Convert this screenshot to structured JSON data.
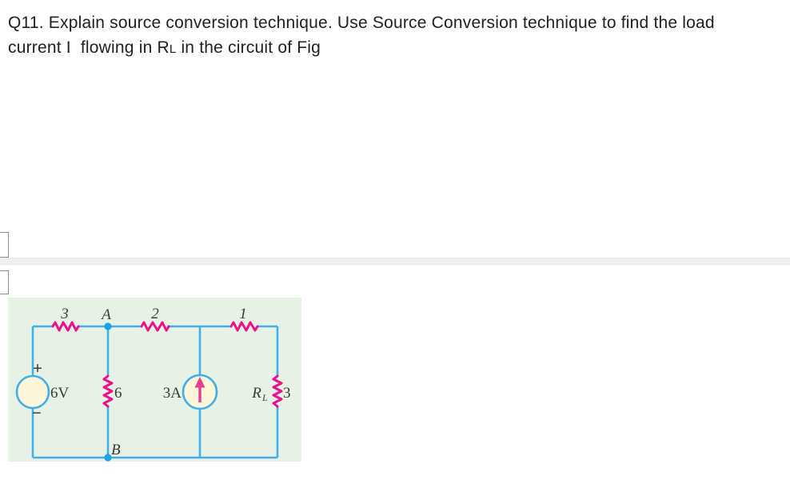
{
  "question": {
    "line1": "Q11. Explain source conversion technique. Use Source Conversion technique to find the load",
    "line2_before": "current I  flowing in R",
    "line2_sub": "L",
    "line2_after": " in the circuit of Fig"
  },
  "figure": {
    "labels": {
      "r_top1_value": "3",
      "node_a": "A",
      "r_top2_value": "2",
      "r_top3_value": "1",
      "vsource_plus": "+",
      "vsource_minus": "−",
      "vsource_value": "6V",
      "r_mid_value": "6",
      "isource_value": "3A",
      "rl_symbol": "R",
      "rl_sub": "L",
      "rl_value": "3",
      "node_b": "B"
    },
    "colors": {
      "panel_bg": "#e8f1e6",
      "wire": "#41b0e8",
      "resistor": "#ec0f8e",
      "source_fill": "#fdf6d8",
      "node": "#1ea3e4",
      "arrow": "#e73c96",
      "label": "#3a3a3a"
    }
  }
}
